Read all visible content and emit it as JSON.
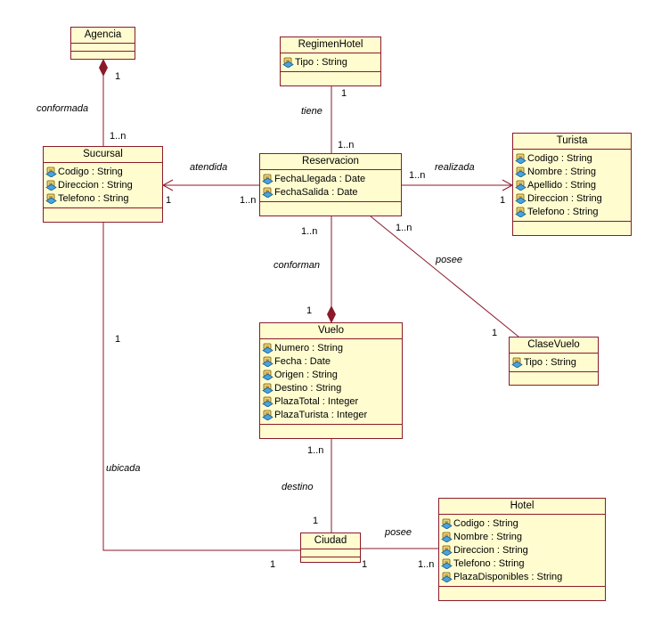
{
  "classes": {
    "agencia": {
      "name": "Agencia",
      "attributes": []
    },
    "regimen": {
      "name": "RegimenHotel",
      "attributes": [
        "Tipo : String"
      ]
    },
    "sucursal": {
      "name": "Sucursal",
      "attributes": [
        "Codigo : String",
        "Direccion : String",
        "Telefono : String"
      ]
    },
    "reservacion": {
      "name": "Reservacion",
      "attributes": [
        "FechaLlegada : Date",
        "FechaSalida : Date"
      ]
    },
    "turista": {
      "name": "Turista",
      "attributes": [
        "Codigo : String",
        "Nombre : String",
        "Apellido : String",
        "Direccion : String",
        "Telefono : String"
      ]
    },
    "vuelo": {
      "name": "Vuelo",
      "attributes": [
        "Numero : String",
        "Fecha : Date",
        "Origen : String",
        "Destino : String",
        "PlazaTotal : Integer",
        "PlazaTurista : Integer"
      ]
    },
    "clasevuelo": {
      "name": "ClaseVuelo",
      "attributes": [
        "Tipo : String"
      ]
    },
    "ciudad": {
      "name": "Ciudad",
      "attributes": []
    },
    "hotel": {
      "name": "Hotel",
      "attributes": [
        "Codigo : String",
        "Nombre : String",
        "Direccion : String",
        "Telefono : String",
        "PlazaDisponibles : String"
      ]
    }
  },
  "associations": {
    "conformada": {
      "name": "conformada",
      "m1": "1",
      "m2": "1..n"
    },
    "tiene": {
      "name": "tiene",
      "m1": "1",
      "m2": "1..n"
    },
    "atendida": {
      "name": "atendida",
      "m1": "1",
      "m2": "1..n"
    },
    "realizada": {
      "name": "realizada",
      "m1": "1..n",
      "m2": "1"
    },
    "conforman": {
      "name": "conforman",
      "m1": "1..n",
      "m2": "1"
    },
    "posee_clase": {
      "name": "posee",
      "m1": "1..n",
      "m2": "1"
    },
    "ubicada": {
      "name": "ubicada",
      "m1": "1",
      "m2": "1"
    },
    "destino": {
      "name": "destino",
      "m1": "1..n",
      "m2": "1"
    },
    "posee_hotel": {
      "name": "posee",
      "m1": "1",
      "m2": "1..n"
    }
  },
  "colors": {
    "class_fill": "#fffdd0",
    "border": "#8b1a2b",
    "line": "#8b1a2b"
  }
}
